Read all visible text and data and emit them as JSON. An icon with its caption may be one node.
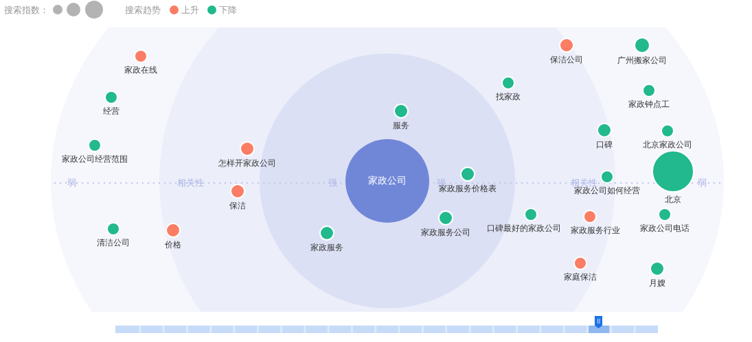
{
  "diagram": {
    "nodes": [
      {
        "text": [
          "家政公司"
        ]
      },
      {
        "text": [
          "保洁公司"
        ]
      },
      {
        "text": [
          "广州搬家公司"
        ]
      },
      {
        "text": [
          "家政在线"
        ]
      },
      {
        "text": [
          "找家政"
        ]
      },
      {
        "text": [
          "家政钟点工"
        ]
      },
      {
        "text": [
          "经营"
        ]
      },
      {
        "text": [
          "服务"
        ]
      },
      {
        "text": [
          "口碑"
        ]
      },
      {
        "text": [
          "北京家政公司"
        ]
      },
      {
        "text": [
          "家政公司经营范围"
        ]
      },
      {
        "text": [
          "怎样开家政公司"
        ]
      },
      {
        "text": [
          "家政服务价格表"
        ]
      },
      {
        "text": [
          "家政公司如何经营"
        ]
      },
      {
        "text": [
          "北京"
        ]
      },
      {
        "text": [
          "保洁"
        ]
      },
      {
        "text": [
          "家政服务公司"
        ]
      },
      {
        "text": [
          "口碑最好的家政公司"
        ]
      },
      {
        "text": [
          "家政服务行业"
        ]
      },
      {
        "text": [
          "家政公司电话"
        ]
      },
      {
        "text": [
          "清洁公司"
        ]
      },
      {
        "text": [
          "价格"
        ]
      },
      {
        "text": [
          "家政服务"
        ]
      },
      {
        "text": [
          "家庭保洁"
        ]
      },
      {
        "text": [
          "月嫂"
        ]
      }
    ],
    "edges": [],
    "labels": [
      "搜索指数：",
      "搜索趋势",
      "弱",
      "相关性",
      "强",
      "强",
      "相关性",
      "弱"
    ],
    "legend": [
      {
        "text": "上升",
        "color": "#fa7d64"
      },
      {
        "text": "下降",
        "color": "#21b98d"
      }
    ]
  }
}
